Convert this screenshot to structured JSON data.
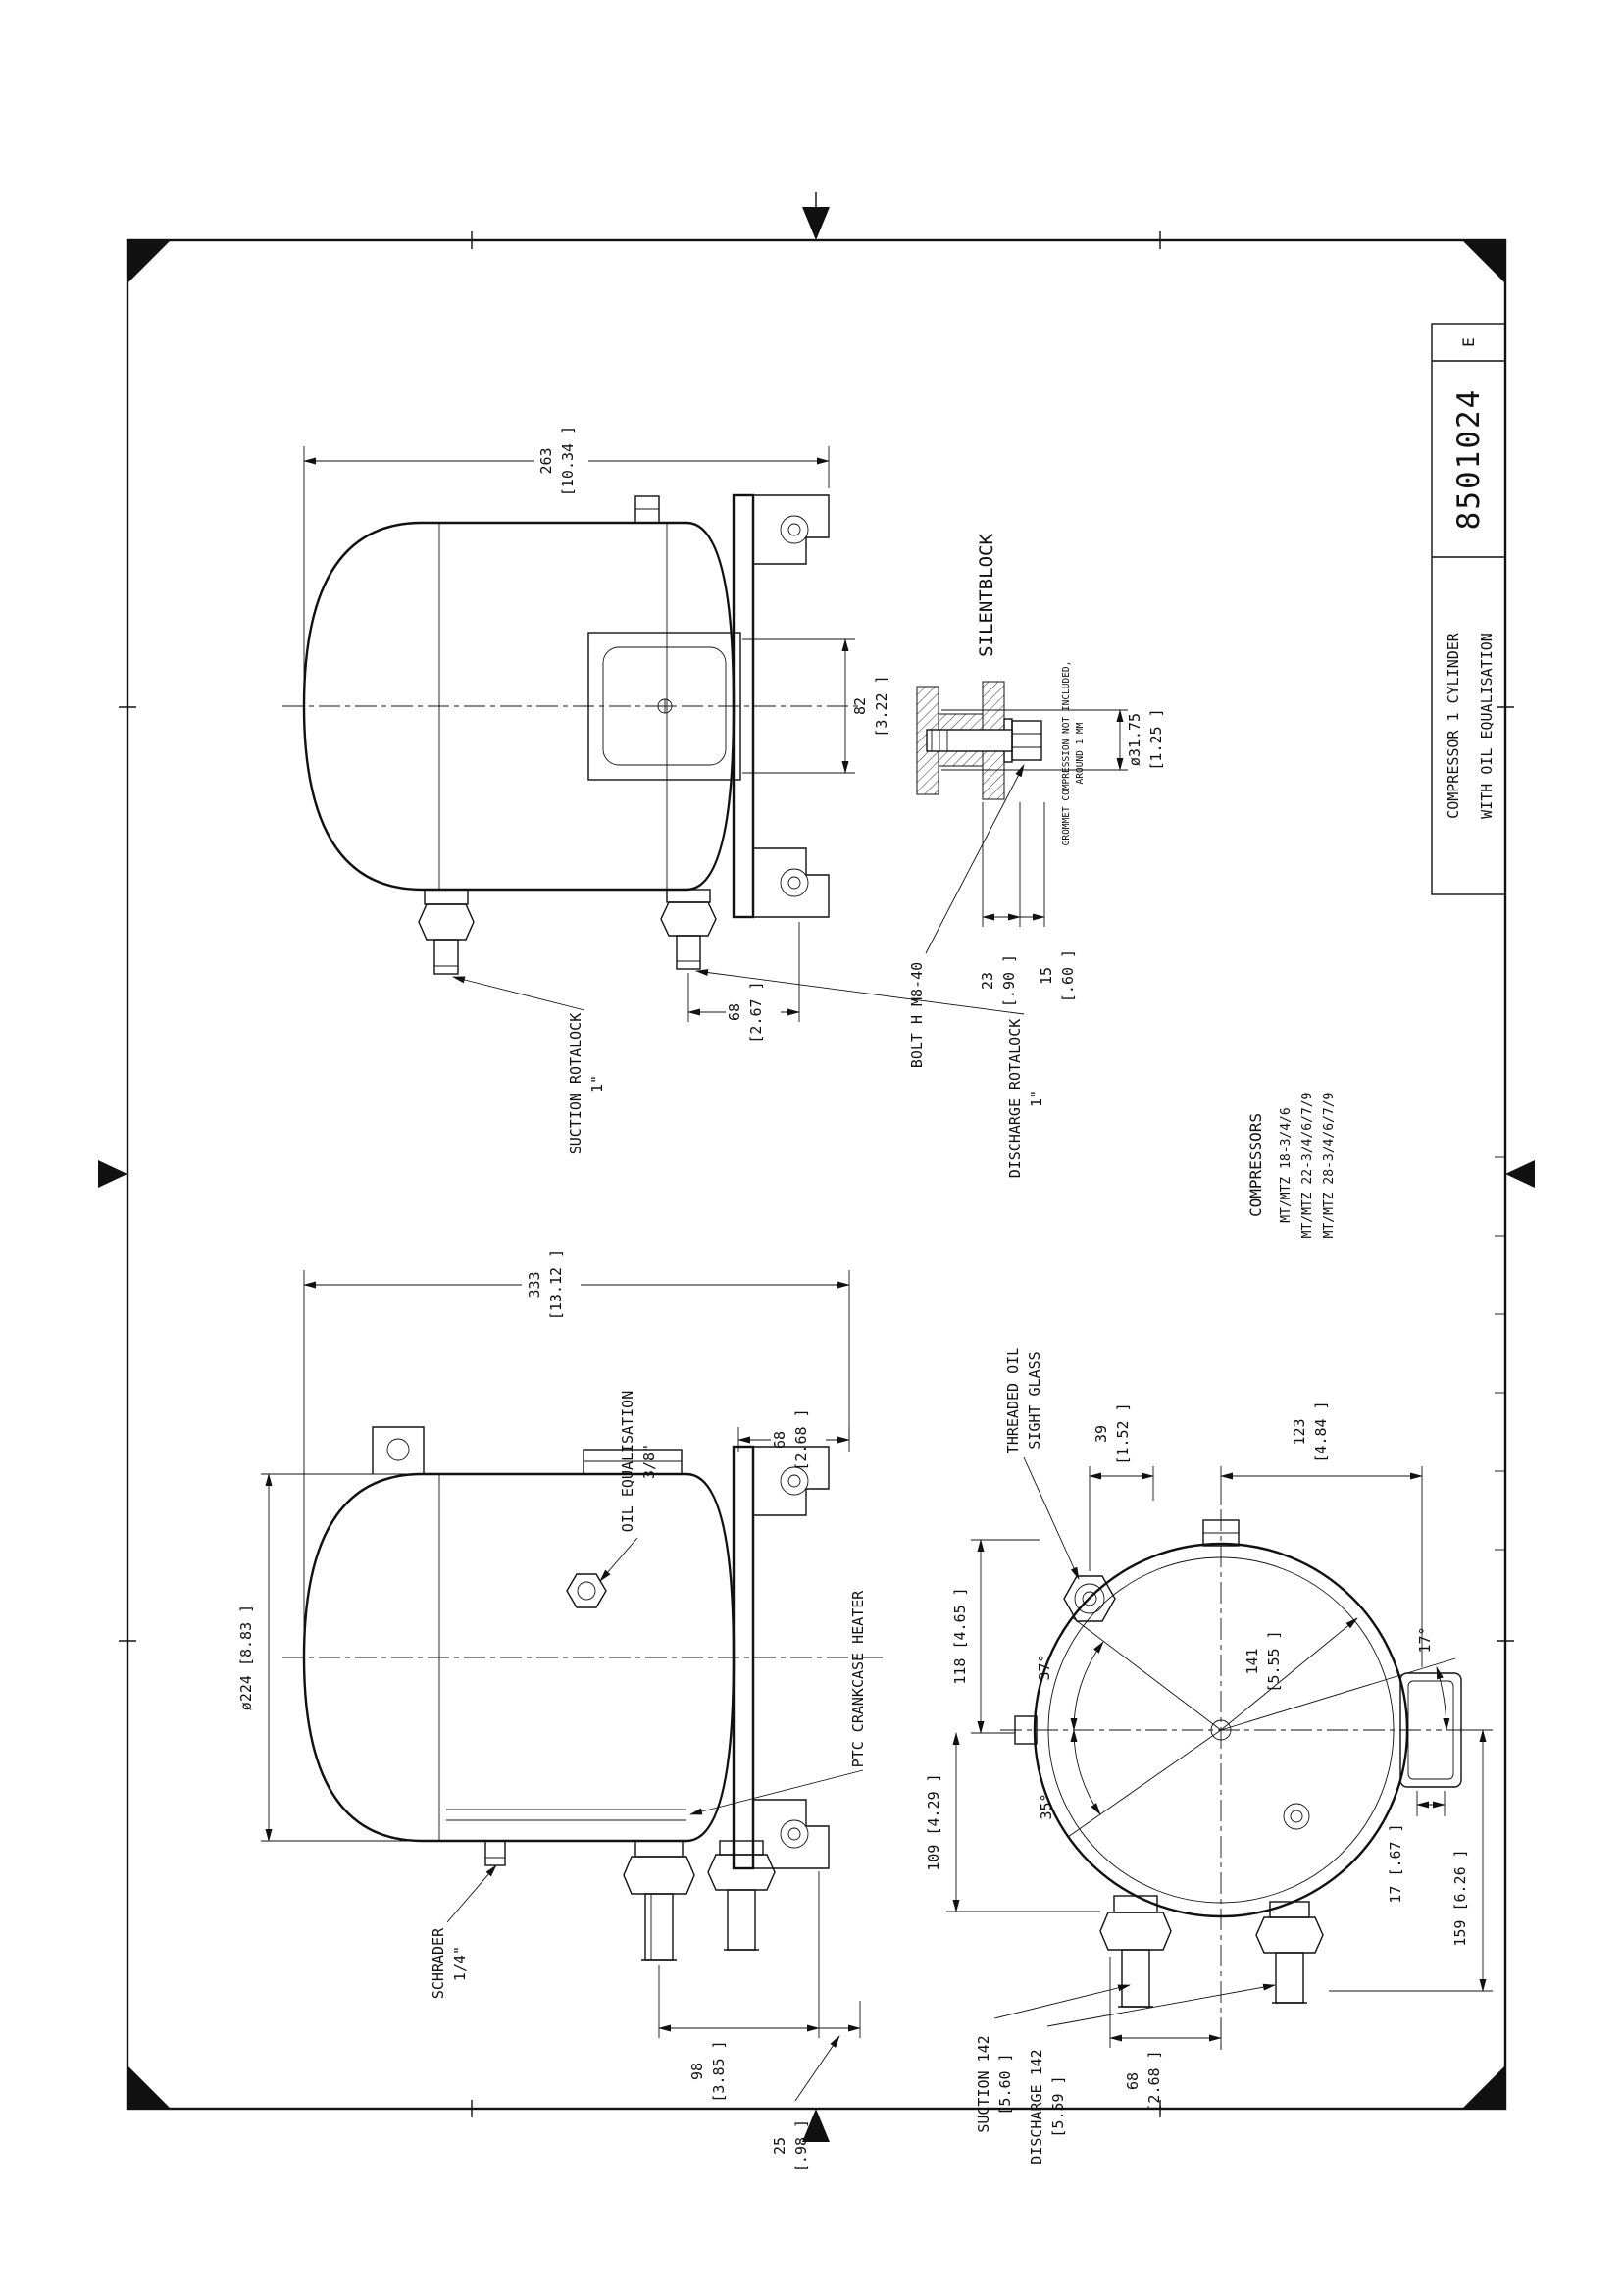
{
  "sheet": {
    "bg": "#ffffff",
    "line_color": "#111111"
  },
  "title_block": {
    "revision": "E",
    "drawing_number": "8501024",
    "title_line1": "COMPRESSOR 1 CYLINDER",
    "title_line2": "WITH OIL EQUALISATION"
  },
  "side_view": {
    "dim_length": "263",
    "dim_length_in": "[10.34 ]",
    "dim_box": "82",
    "dim_box_in": "[3.22 ]",
    "dim_valve_offset": "68",
    "dim_valve_offset_in": "[2.67 ]",
    "label_suction": "SUCTION ROTALOCK",
    "label_suction_size": "1\"",
    "label_discharge": "DISCHARGE ROTALOCK",
    "label_discharge_size": "1\""
  },
  "silentblock": {
    "heading": "SILENTBLOCK",
    "label_bolt": "BOLT H M8-40",
    "note_line1": "GROMMET COMPRESSION NOT INCLUDED,",
    "note_line2": "AROUND 1 MM",
    "dim_grommet_dia": "ø31.75",
    "dim_grommet_dia_in": "[1.25 ]",
    "dim_23": "23",
    "dim_23_in": "[.90 ]",
    "dim_15": "15",
    "dim_15_in": "[.60 ]"
  },
  "front_view": {
    "dim_height": "333",
    "dim_height_in": "[13.12 ]",
    "dim_oil_port": "68",
    "dim_oil_port_in": "[2.68 ]",
    "dim_shell_dia": "ø224 [8.83 ]",
    "dim_foot": "98",
    "dim_foot_in": "[3.85 ]",
    "dim_stub": "25",
    "dim_stub_in": "[.98 ]",
    "label_oil_eq": "OIL EQUALISATION",
    "label_oil_eq_size": "3/8\"",
    "label_ptc": "PTC CRANKCASE HEATER",
    "label_schrader": "SCHRADER",
    "label_schrader_size": "1/4\""
  },
  "top_view": {
    "label_sight_glass_line1": "THREADED OIL",
    "label_sight_glass_line2": "SIGHT GLASS",
    "dim_39": "39",
    "dim_39_in": "[1.52 ]",
    "dim_123": "123",
    "dim_123_in": "[4.84 ]",
    "dim_118": "118  [4.65 ]",
    "dim_109": "109  [4.29 ]",
    "angle_37": "37°",
    "angle_35": "35°",
    "dim_141": "141",
    "dim_141_in": "[5.55 ]",
    "dim_17": "17  [.67 ]",
    "angle_17": "17°",
    "dim_159": "159  [6.26 ]",
    "dim_68": "68",
    "dim_68_in": "[2.68 ]",
    "label_suction_dim": "SUCTION  142",
    "dim_suction_in": "[5.60 ]",
    "label_discharge_dim": "DISCHARGE  142",
    "dim_discharge_in": "[5.59 ]"
  },
  "applicability": {
    "heading": "COMPRESSORS",
    "models": [
      "MT/MTZ 18-3/4/6",
      "MT/MTZ 22-3/4/6/7/9",
      "MT/MTZ 28-3/4/6/7/9"
    ]
  }
}
